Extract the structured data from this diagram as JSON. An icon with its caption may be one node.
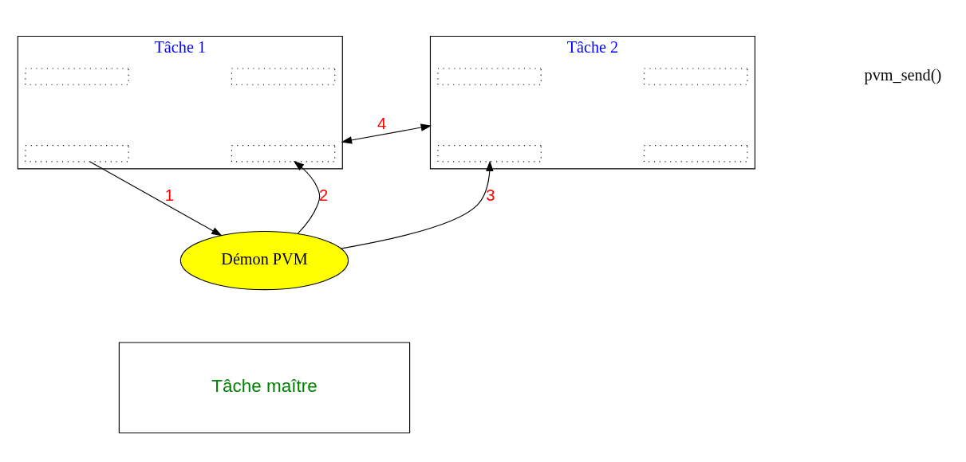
{
  "diagram": {
    "nodes": [
      {
        "text": [
          "Tâche 1"
        ]
      },
      {
        "text": [],
        "shape": "box",
        "in": 0
      },
      {
        "text": [],
        "shape": "box",
        "in": 0
      },
      {
        "text": [],
        "shape": "box",
        "in": 0
      },
      {
        "text": [],
        "shape": "box",
        "in": 0
      },
      {
        "text": [
          "Tâche 2"
        ]
      },
      {
        "text": [],
        "shape": "box",
        "in": 5
      },
      {
        "text": [],
        "shape": "box",
        "in": 5
      },
      {
        "text": [],
        "shape": "box",
        "in": 5
      },
      {
        "text": [],
        "shape": "box",
        "in": 5
      },
      {
        "text": [
          "Démon PVM"
        ]
      },
      {
        "text": [
          "Tâche maître"
        ]
      }
    ],
    "edges": [
      {
        "from": 3,
        "to": 10,
        "arrow": "to",
        "label": "1"
      },
      {
        "from": 10,
        "to": 4,
        "arrow": "to",
        "label": "2"
      },
      {
        "from": 10,
        "to": 9,
        "arrow": "to",
        "label": "3"
      },
      {
        "from": 0,
        "to": 5,
        "arrow": "both",
        "label": "4"
      }
    ],
    "labels": [
      "pvm_send()"
    ]
  }
}
